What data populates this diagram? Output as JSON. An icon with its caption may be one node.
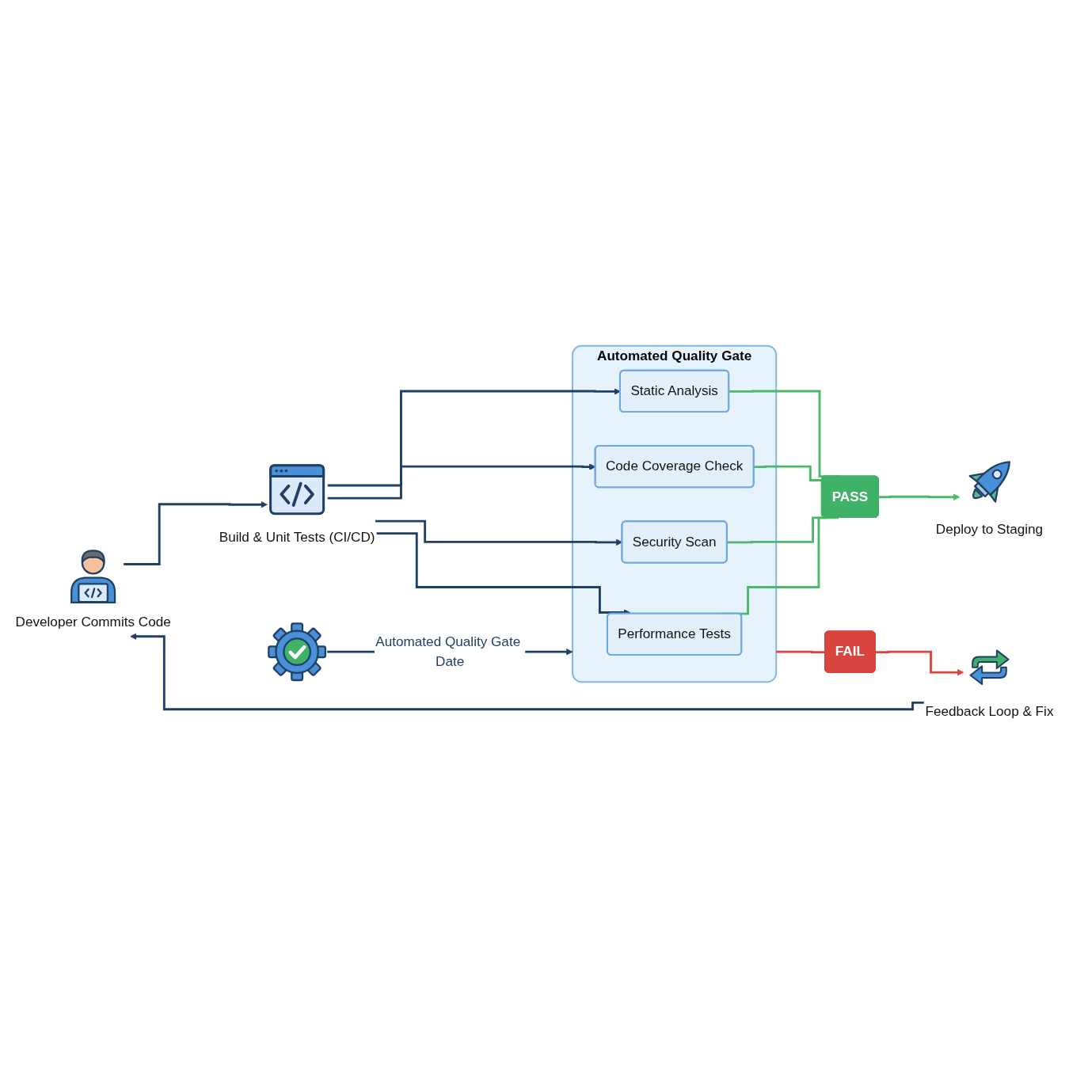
{
  "diagram": {
    "nodes": [
      {
        "text": [
          "Developer Commits Code"
        ]
      },
      {
        "text": [
          "Build & Unit Tests (CI/CD)"
        ]
      },
      {
        "text": [
          "Automated Quality Gate"
        ]
      },
      {
        "text": [
          "Static Analysis"
        ],
        "in": 2
      },
      {
        "text": [
          "Code Coverage Check"
        ],
        "in": 2
      },
      {
        "text": [
          "Security Scan"
        ],
        "in": 2
      },
      {
        "text": [
          "Performance Tests"
        ],
        "in": 2
      },
      {
        "text": [],
        "shape": "picture"
      },
      {
        "text": [
          "PASS"
        ]
      },
      {
        "text": [
          "Deploy to Staging"
        ]
      },
      {
        "text": [
          "FAIL"
        ]
      },
      {
        "text": [
          "Feedback Loop & Fix"
        ]
      }
    ],
    "edges": [
      {
        "from": 0,
        "to": 1,
        "arrow": "to"
      },
      {
        "from": 1,
        "to": 3,
        "arrow": "to"
      },
      {
        "from": 1,
        "to": 4,
        "arrow": "to"
      },
      {
        "from": 1,
        "to": 5,
        "arrow": "to"
      },
      {
        "from": 1,
        "to": 6,
        "arrow": "to"
      },
      {
        "from": 7,
        "to": 2,
        "arrow": "to",
        "label": "Automated Quality Gate Date"
      },
      {
        "from": 3,
        "to": 8,
        "arrow": "none",
        "color": "#4cb86b"
      },
      {
        "from": 4,
        "to": 8,
        "arrow": "none",
        "color": "#4cb86b"
      },
      {
        "from": 5,
        "to": 8,
        "arrow": "none",
        "color": "#4cb86b"
      },
      {
        "from": 6,
        "to": 8,
        "arrow": "none",
        "color": "#4cb86b"
      },
      {
        "from": 8,
        "to": 9,
        "arrow": "to",
        "color": "#4cb86b"
      },
      {
        "from": 2,
        "to": 10,
        "arrow": "none",
        "color": "#d9443f"
      },
      {
        "from": 10,
        "to": 11,
        "arrow": "to",
        "color": "#d9443f"
      },
      {
        "from": 11,
        "to": 0,
        "arrow": "to"
      }
    ]
  }
}
